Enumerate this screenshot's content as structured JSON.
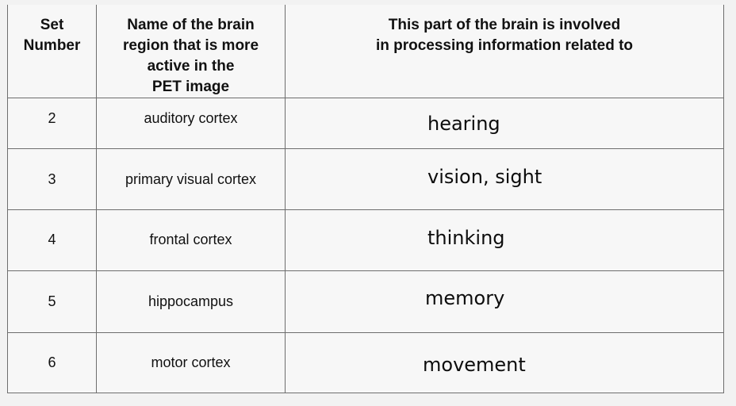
{
  "headers": {
    "set_number": "Set\nNumber",
    "region": "Name of the brain\nregion that is more\nactive in the\nPET image",
    "function": "This part of the brain is involved\nin processing information related to"
  },
  "rows": [
    {
      "set": "2",
      "region": "auditory cortex",
      "function": "hearing"
    },
    {
      "set": "3",
      "region": "primary visual cortex",
      "function": "vision, sight"
    },
    {
      "set": "4",
      "region": "frontal cortex",
      "function": "thinking"
    },
    {
      "set": "5",
      "region": "hippocampus",
      "function": "memory"
    },
    {
      "set": "6",
      "region": "motor cortex",
      "function": "movement"
    }
  ]
}
